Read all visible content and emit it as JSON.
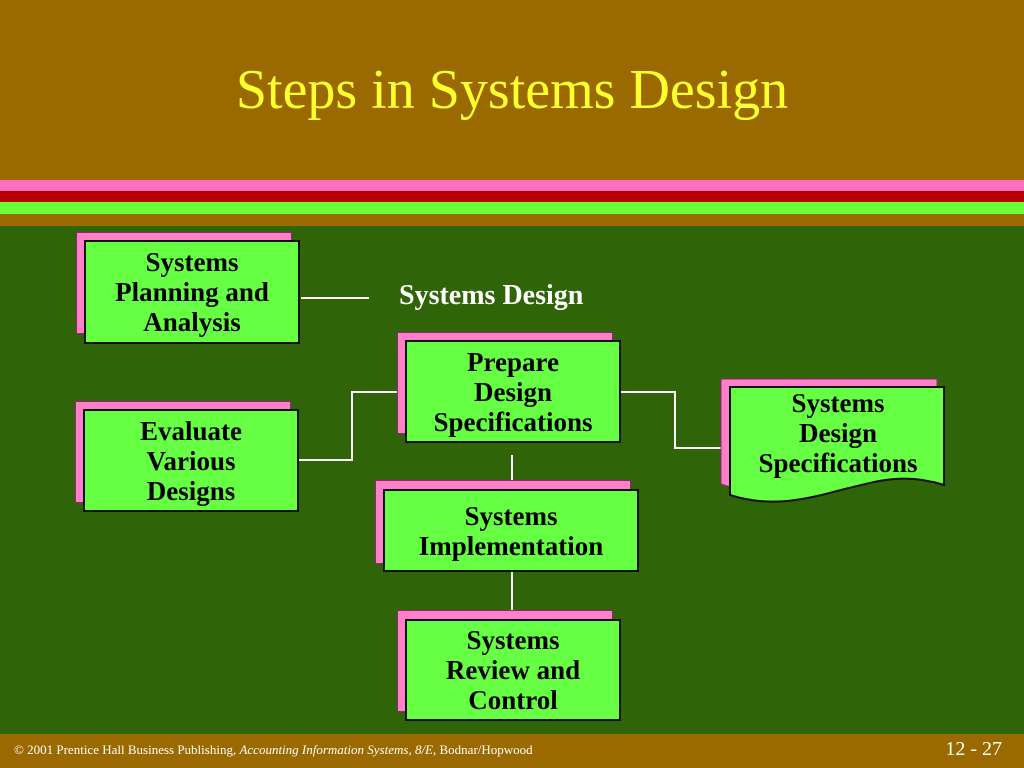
{
  "slide": {
    "title": "Steps in Systems Design",
    "colors": {
      "header": "#9a6a00",
      "body": "#2f6408",
      "title_text": "#ffff2e",
      "box_fill": "#66ff44",
      "shadow_fill": "#ff80c8",
      "stripe_pink": "#ff6fc0",
      "stripe_red": "#b80000",
      "stripe_green": "#66ff33"
    }
  },
  "diagram": {
    "phase_label": "Systems Design",
    "boxes": {
      "planning": "Systems\nPlanning and\nAnalysis",
      "evaluate": "Evaluate\nVarious\nDesigns",
      "prepare": "Prepare\nDesign\nSpecifications",
      "implementation": "Systems\nImplementation",
      "review": "Systems\nReview and\nControl",
      "design_specs": "Systems\nDesign\nSpecifications"
    }
  },
  "footer": {
    "copyright_prefix": "© 2001 Prentice Hall Business Publishing, ",
    "book_title": "Accounting Information Systems, 8/E",
    "authors": ", Bodnar/Hopwood",
    "page_number": "12 - 27"
  }
}
